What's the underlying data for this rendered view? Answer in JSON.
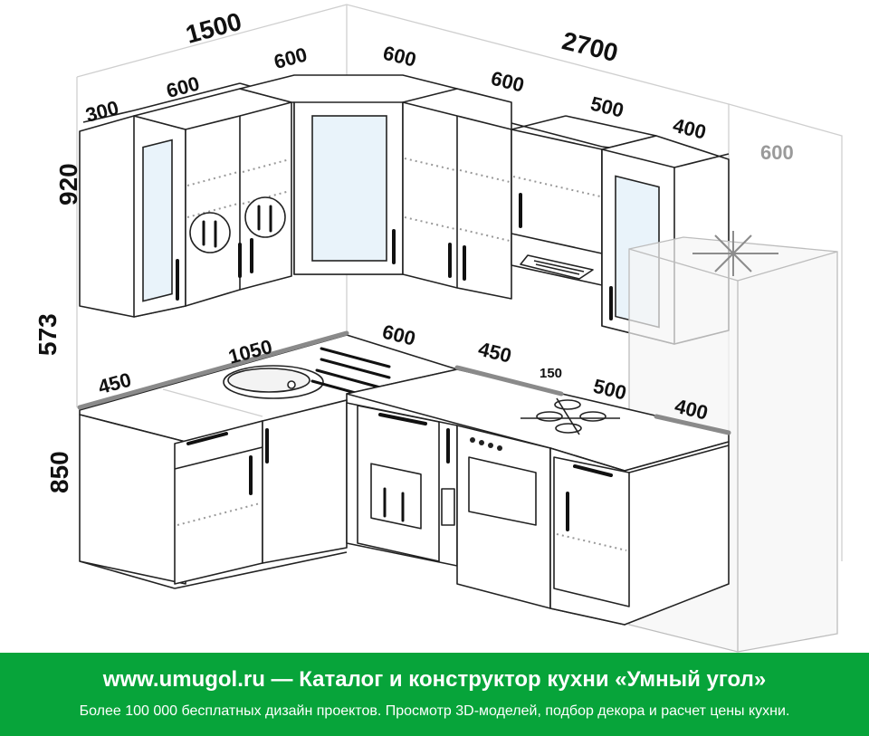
{
  "diagram": {
    "dimensions": {
      "top_left_total": "1500",
      "top_right_total": "2700",
      "upper_left_300": "300",
      "upper_left_600": "600",
      "upper_corner_left_600": "600",
      "upper_corner_right_600": "600",
      "upper_right_600": "600",
      "upper_right_500": "500",
      "upper_right_400": "400",
      "fridge_600": "600",
      "height_upper": "920",
      "height_gap": "573",
      "height_base": "850",
      "worktop_450_left": "450",
      "worktop_1050": "1050",
      "worktop_600": "600",
      "worktop_450_right": "450",
      "worktop_150": "150",
      "worktop_500": "500",
      "worktop_400": "400"
    }
  },
  "footer": {
    "title": "www.umugol.ru  —  Каталог и конструктор кухни «Умный угол»",
    "subtitle": "Более 100 000 бесплатных дизайн проектов. Просмотр 3D-моделей, подбор декора и расчет цены кухни."
  },
  "colors": {
    "footer_background": "#07a43a",
    "footer_text": "#ffffff"
  }
}
